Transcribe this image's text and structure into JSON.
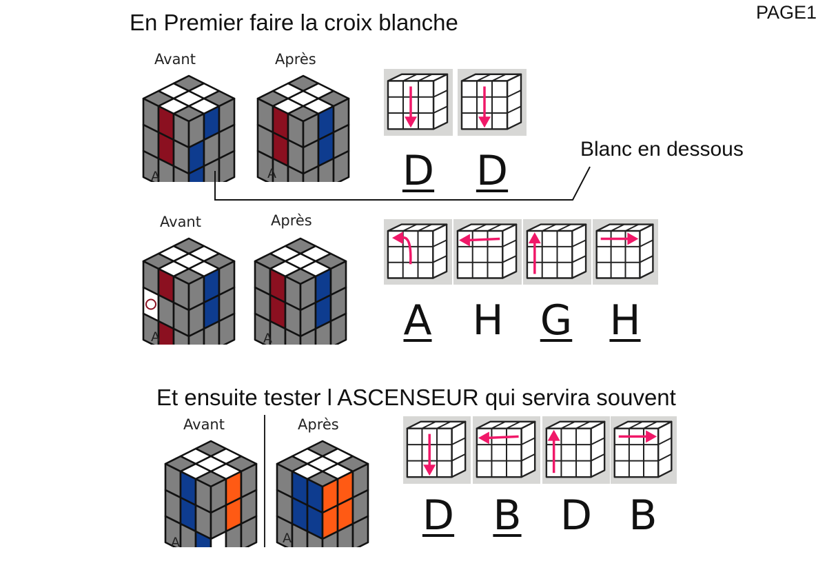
{
  "page_label": "PAGE1",
  "titles": {
    "cross": "En Premier faire la croix blanche",
    "elevator": "Et ensuite tester l ASCENSEUR qui servira souvent"
  },
  "labels": {
    "before": "Avant",
    "after": "Après",
    "face": "A",
    "white_below": "Blanc en dessous"
  },
  "colors": {
    "red": "#8b1020",
    "blue": "#0e3c8f",
    "orange": "#ff5a14",
    "gray": "#808080",
    "white": "#ffffff",
    "arrow": "#f01868"
  },
  "steps": [
    {
      "id": "case-white-below",
      "moves": [
        {
          "letter": "D",
          "underline": true
        },
        {
          "letter": "D",
          "underline": true
        }
      ]
    },
    {
      "id": "case-white-front",
      "moves": [
        {
          "letter": "A",
          "underline": true
        },
        {
          "letter": "H",
          "underline": false
        },
        {
          "letter": "G",
          "underline": true
        },
        {
          "letter": "H",
          "underline": true
        }
      ]
    },
    {
      "id": "elevator",
      "moves": [
        {
          "letter": "D",
          "underline": true
        },
        {
          "letter": "B",
          "underline": true
        },
        {
          "letter": "D",
          "underline": false
        },
        {
          "letter": "B",
          "underline": false
        }
      ]
    }
  ]
}
